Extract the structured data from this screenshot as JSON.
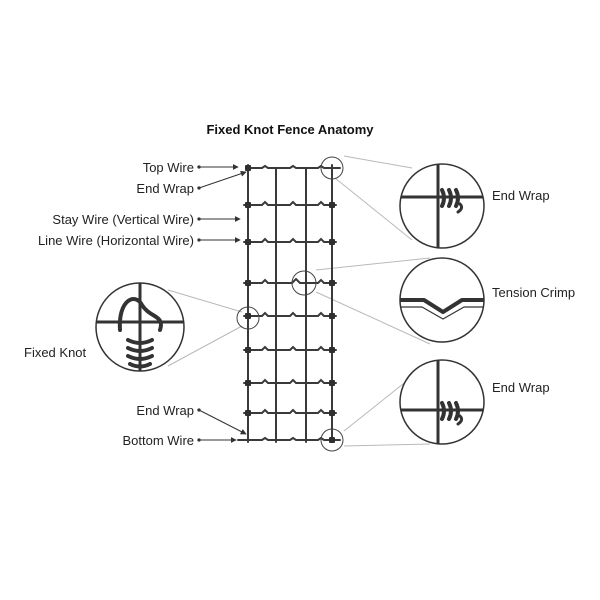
{
  "title": "Fixed Knot Fence Anatomy",
  "left_labels": {
    "top_wire": "Top Wire",
    "end_wrap_top": "End Wrap",
    "stay_wire": "Stay Wire (Vertical Wire)",
    "line_wire": "Line Wire (Horizontal Wire)",
    "fixed_knot": "Fixed Knot",
    "end_wrap_bottom": "End Wrap",
    "bottom_wire": "Bottom Wire"
  },
  "right_labels": {
    "end_wrap_top": "End Wrap",
    "tension_crimp": "Tension Crimp",
    "end_wrap_bottom": "End Wrap"
  },
  "colors": {
    "wire": "#3a3a3a",
    "leader": "#b9b9b9",
    "text": "#222222"
  }
}
